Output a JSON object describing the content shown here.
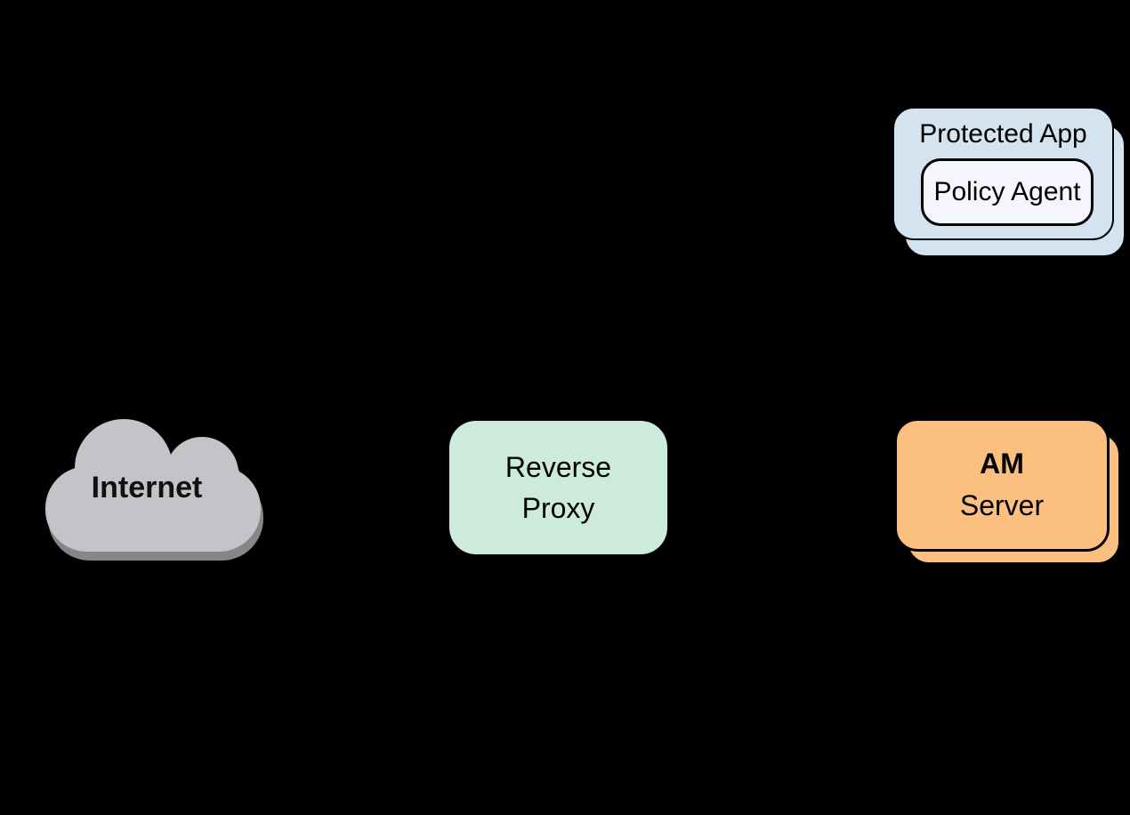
{
  "diagram": {
    "background_color": "#000000",
    "nodes": {
      "internet": {
        "label": "Internet",
        "fill": "#c4c4c8",
        "shadow": "#85858a",
        "text_color": "#111111"
      },
      "reverse_proxy": {
        "label": "Reverse\nProxy",
        "fill": "#cdebdc"
      },
      "am_server": {
        "label_line1": "AM",
        "label_line2": "Server",
        "fill": "#fbbf7f",
        "border": "#000000",
        "stacked_cards": "2"
      },
      "protected_app": {
        "label": "Protected App",
        "fill": "#d3e3f0",
        "border": "#000000",
        "stacked_cards": "2"
      },
      "policy_agent": {
        "label": "Policy Agent",
        "fill": "#f5f5fd",
        "border": "#000000"
      }
    }
  }
}
